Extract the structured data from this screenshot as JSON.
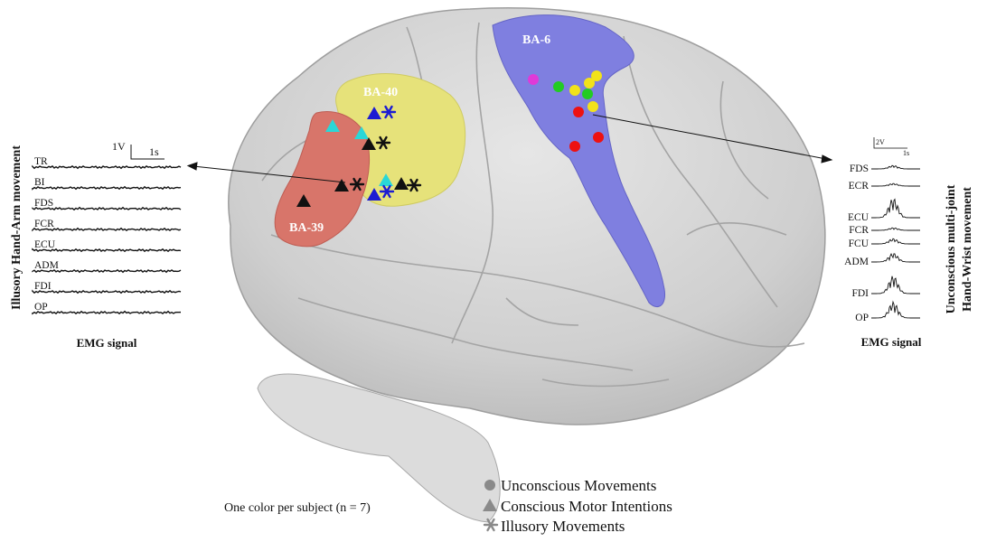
{
  "areas": {
    "ba6": "BA-6",
    "ba40": "BA-40",
    "ba39": "BA-39"
  },
  "left_panel": {
    "vertical_title": "Illusory Hand-Arm movement",
    "scale": "1V",
    "time": "1s",
    "channels": [
      "TR",
      "BI",
      "FDS",
      "FCR",
      "ECU",
      "ADM",
      "FDI",
      "OP"
    ],
    "caption": "EMG signal"
  },
  "right_panel": {
    "vertical_title_line1": "Unconscious multi-joint",
    "vertical_title_line2": "Hand-Wrist movement",
    "scale": "2V",
    "time": "1s",
    "channels": [
      "FDS",
      "ECR",
      "ECU",
      "FCR",
      "FCU",
      "ADM",
      "FDI",
      "OP"
    ],
    "caption": "EMG signal"
  },
  "legend": {
    "subjects": "One color per subject (n = 7)",
    "unconscious": "Unconscious Movements",
    "conscious": "Conscious Motor Intentions",
    "illusory": "Illusory Movements"
  },
  "colors": {
    "ba6": "#7f7fe0",
    "ba40": "#e6e27a",
    "ba39": "#d8756a",
    "brain": "#d0d0d0",
    "red": "#ee1111",
    "yellow": "#f2e21a",
    "green": "#22cc22",
    "magenta": "#e03ad8",
    "cyan": "#2ad7d7",
    "blue": "#1c1cd2",
    "black": "#111111",
    "legend_marker": "#8a8a8a"
  }
}
